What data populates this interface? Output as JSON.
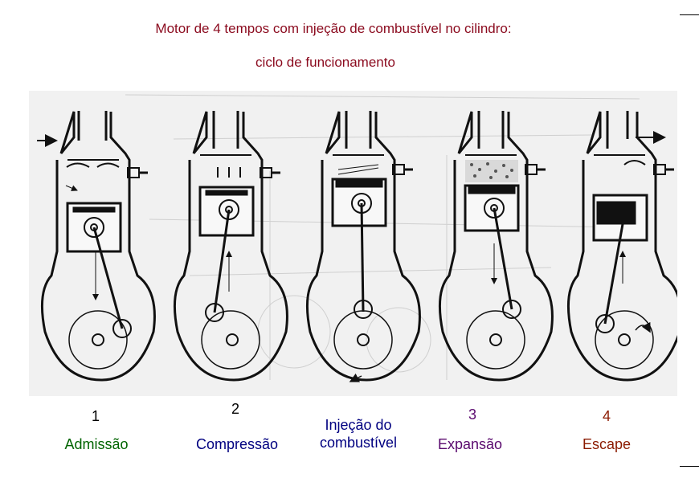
{
  "title": {
    "line1": "Motor de 4 tempos com injeção de combustível no cilindro:",
    "line2": "ciclo de funcionamento"
  },
  "stages": [
    {
      "number": "1",
      "label": "Admissão",
      "color": "#006400"
    },
    {
      "number": "2",
      "label": "Compressão",
      "color": "#000080"
    },
    {
      "number": "",
      "label_line1": "Injeção do",
      "label_line2": "combustível",
      "color": "#000080"
    },
    {
      "number": "3",
      "label": "Expansão",
      "color": "#5a0a6e"
    },
    {
      "number": "4",
      "label": "Escape",
      "color": "#8b1a00"
    }
  ],
  "colors": {
    "title": "#8b0a1e",
    "drawing": "#111111",
    "background_panel": "#f1f1f1"
  }
}
